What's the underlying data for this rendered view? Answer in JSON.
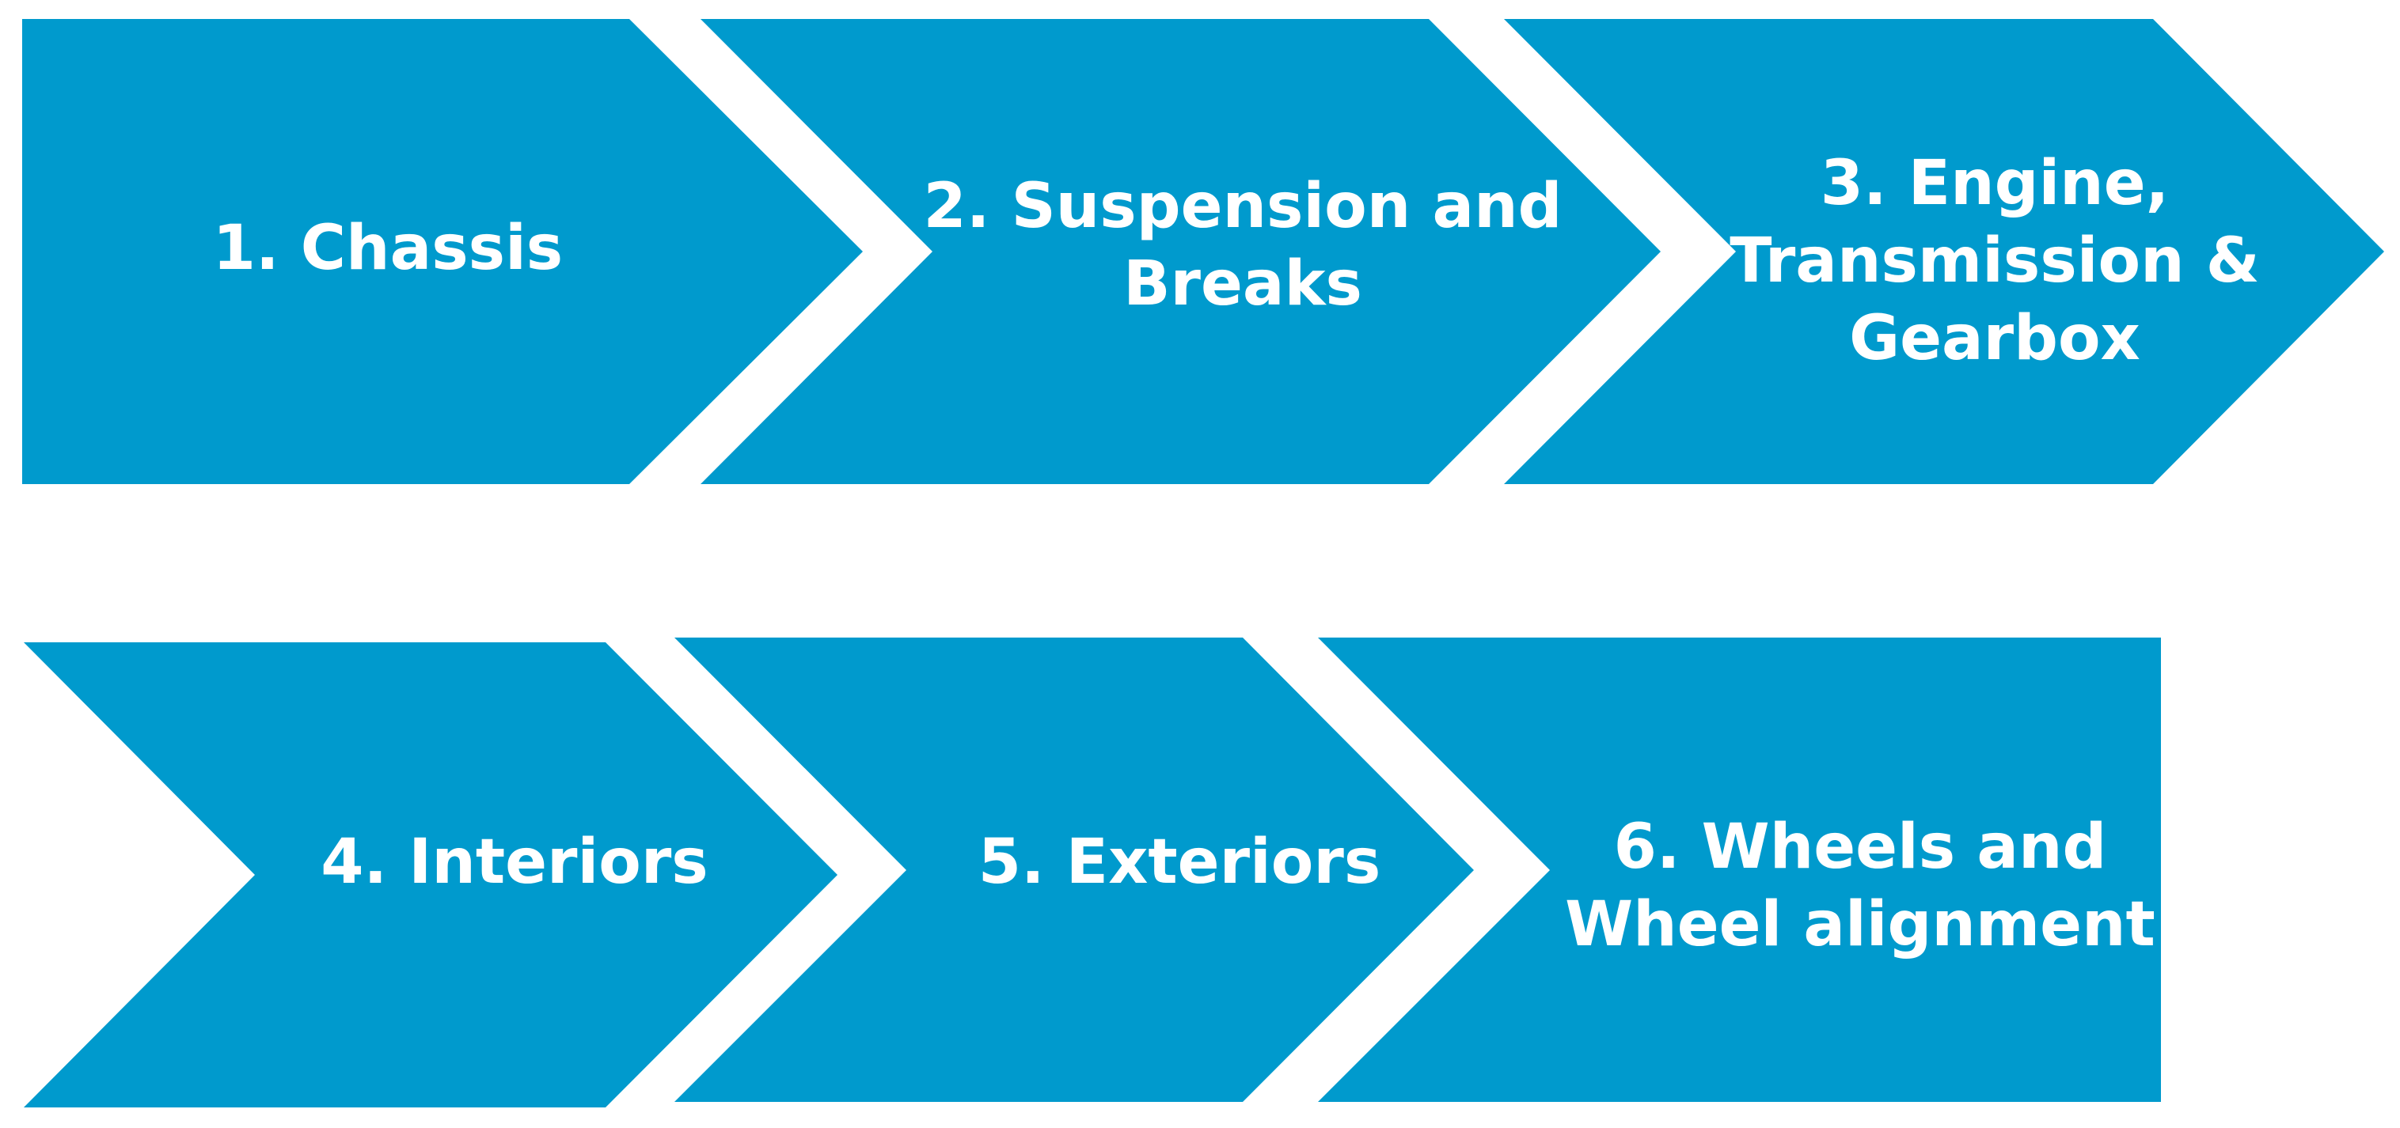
{
  "colors": {
    "arrow_fill": "#009ACD",
    "text": "#FFFFFF",
    "background": "#FFFFFF"
  },
  "steps": [
    {
      "label": "1. Chassis"
    },
    {
      "label": "2. Suspension and\nBreaks"
    },
    {
      "label": "3. Engine,\nTransmission &\nGearbox"
    },
    {
      "label": "4. Interiors"
    },
    {
      "label": "5. Exteriors"
    },
    {
      "label": "6. Wheels and\nWheel alignment"
    }
  ]
}
